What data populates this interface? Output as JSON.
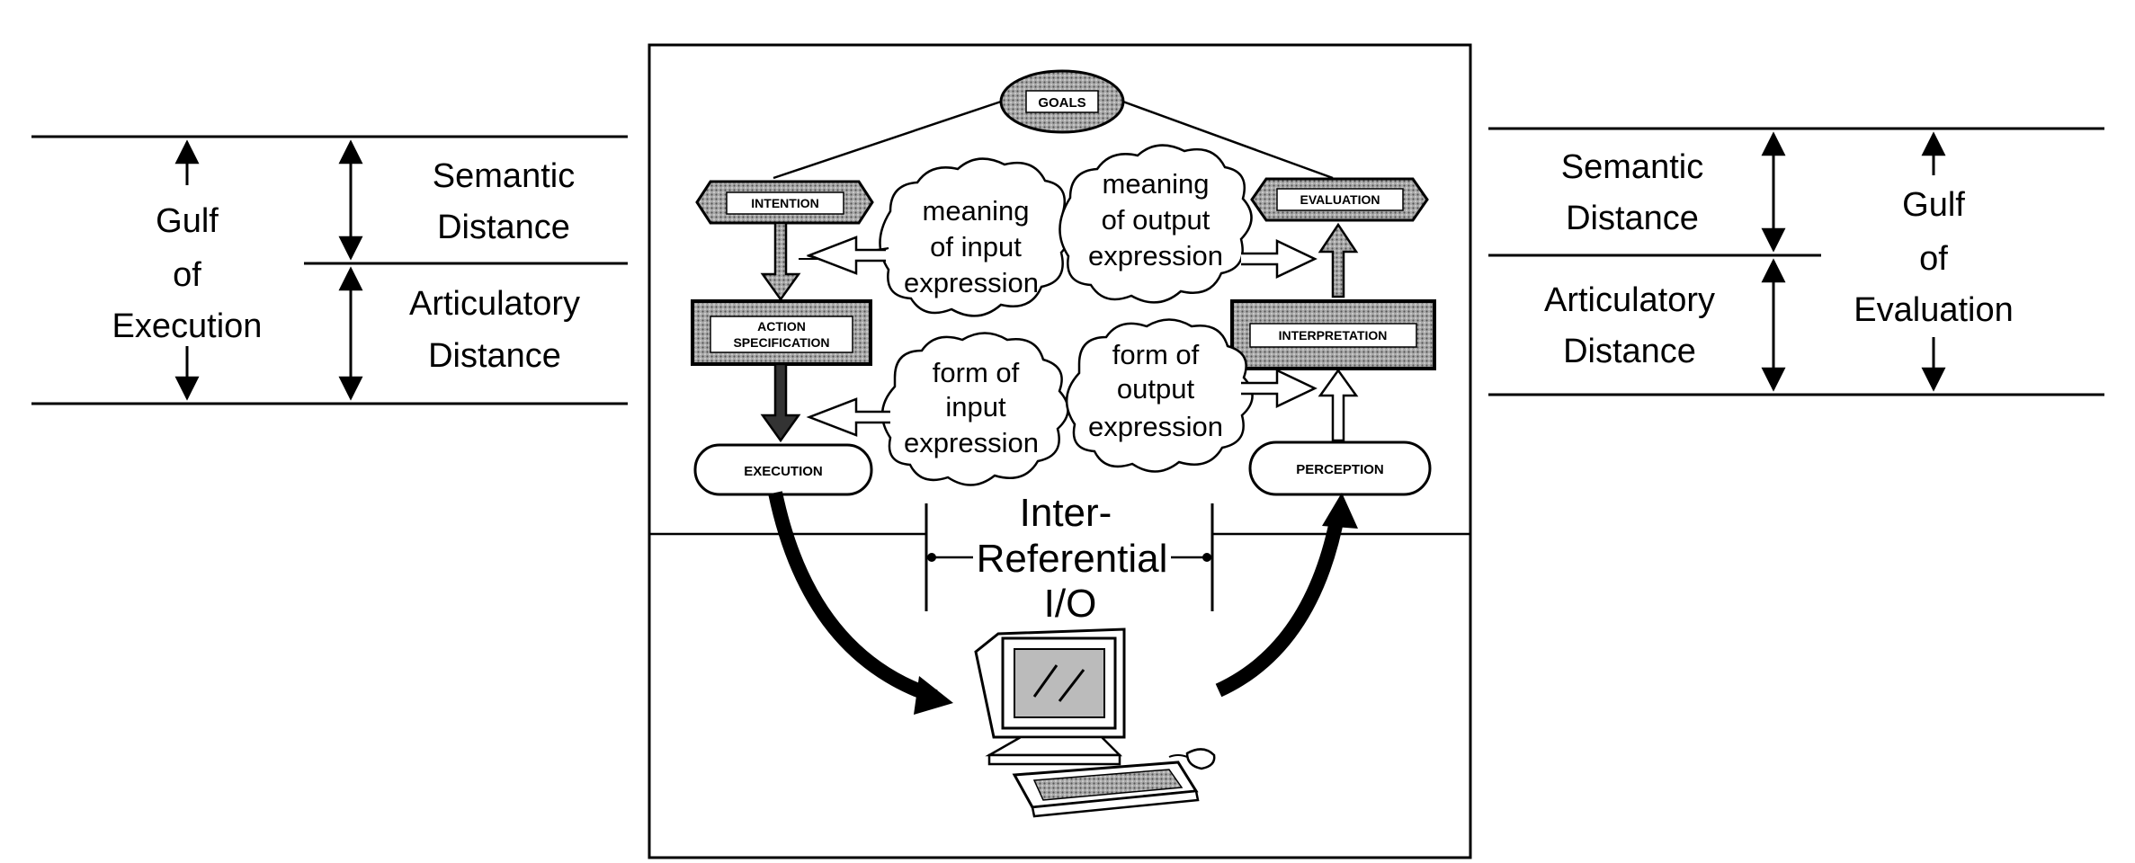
{
  "left": {
    "gulf": [
      "Gulf",
      "of",
      "Execution"
    ],
    "semantic": [
      "Semantic",
      "Distance"
    ],
    "articulatory": [
      "Articulatory",
      "Distance"
    ]
  },
  "right": {
    "gulf": [
      "Gulf",
      "of",
      "Evaluation"
    ],
    "semantic": [
      "Semantic",
      "Distance"
    ],
    "articulatory": [
      "Articulatory",
      "Distance"
    ]
  },
  "nodes": {
    "goals": "GOALS",
    "intention": "INTENTION",
    "action_spec": [
      "ACTION",
      "SPECIFICATION"
    ],
    "execution": "EXECUTION",
    "evaluation": "EVALUATION",
    "interpretation": "INTERPRETATION",
    "perception": "PERCEPTION"
  },
  "clouds": {
    "meaning_input": [
      "meaning",
      "of input",
      "expression"
    ],
    "form_input": [
      "form of",
      "input",
      "expression"
    ],
    "meaning_output": [
      "meaning",
      "of output",
      "expression"
    ],
    "form_output": [
      "form of",
      "output",
      "expression"
    ]
  },
  "center": {
    "io": [
      "Inter-",
      "Referential",
      "I/O"
    ]
  },
  "colors": {
    "ink": "#000000",
    "paper": "#ffffff",
    "shade": "#8c8c8c"
  }
}
